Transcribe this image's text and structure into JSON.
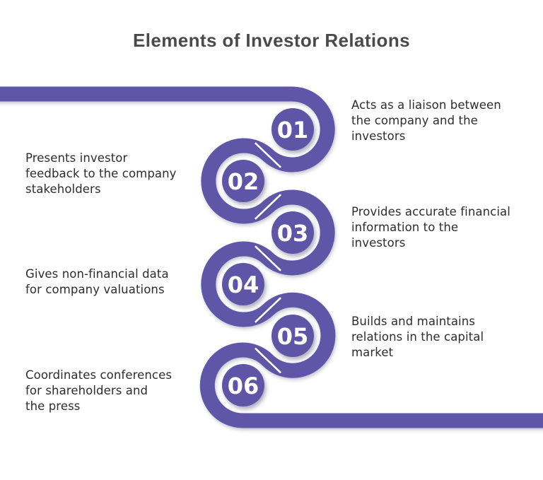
{
  "title": "Elements of Investor Relations",
  "colors": {
    "path_purple": "#6157a8",
    "circle_purple": "#5f55a6",
    "title_text": "#4a4a4a",
    "body_text": "#2d2d2e",
    "number_text": "#ffffff",
    "background": "#ffffff"
  },
  "items": [
    {
      "number": "01",
      "side": "right",
      "lines": [
        "Acts as a liaison between",
        "the company and the",
        "investors"
      ]
    },
    {
      "number": "02",
      "side": "left",
      "lines": [
        "Presents investor",
        "feedback to the company",
        "stakeholders"
      ]
    },
    {
      "number": "03",
      "side": "right",
      "lines": [
        "Provides accurate financial",
        "information to the",
        "investors"
      ]
    },
    {
      "number": "04",
      "side": "left",
      "lines": [
        "Gives non-financial data",
        "for company valuations"
      ]
    },
    {
      "number": "05",
      "side": "right",
      "lines": [
        "Builds and maintains",
        "relations in the capital",
        "market"
      ]
    },
    {
      "number": "06",
      "side": "left",
      "lines": [
        "Coordinates conferences",
        "for shareholders and",
        "the press"
      ]
    }
  ]
}
